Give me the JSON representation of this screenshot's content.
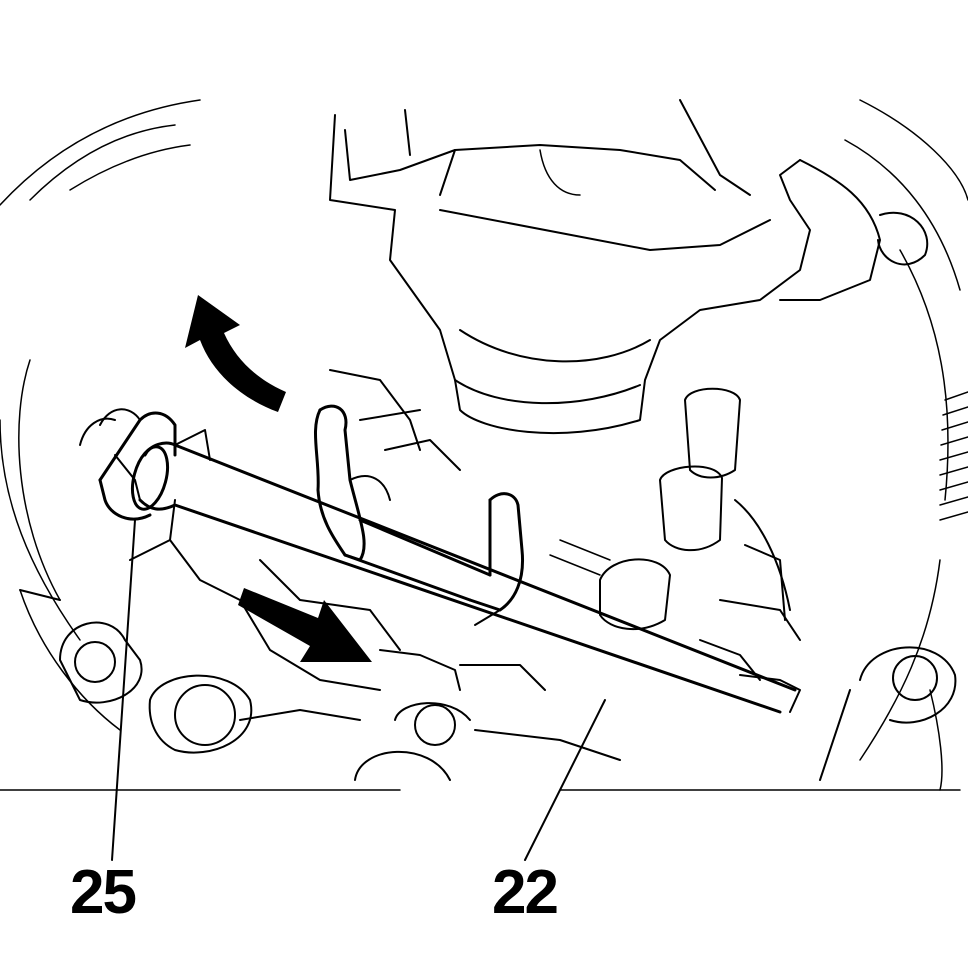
{
  "callouts": [
    {
      "id": "25",
      "text": "25"
    },
    {
      "id": "22",
      "text": "22"
    }
  ],
  "colors": {
    "line": "#000000",
    "background": "#ffffff"
  }
}
